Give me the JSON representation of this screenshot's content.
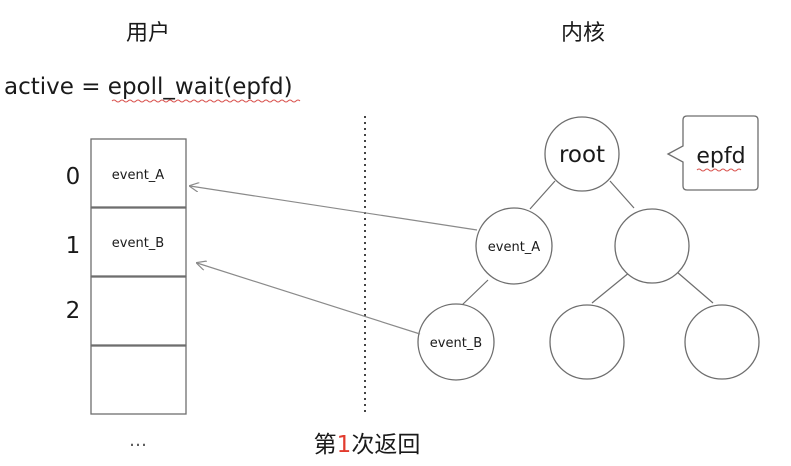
{
  "headings": {
    "user": "用户",
    "kernel": "内核"
  },
  "call": {
    "text": "active = epoll_wait(epfd)"
  },
  "array": {
    "indices": [
      "0",
      "1",
      "2"
    ],
    "cells": [
      "event_A",
      "event_B",
      "",
      ""
    ],
    "ellipsis": "…"
  },
  "tree": {
    "root": "root",
    "nodes": [
      "event_A",
      "",
      "event_B",
      "",
      ""
    ]
  },
  "callout": {
    "text": "epfd"
  },
  "caption": {
    "prefix": "第",
    "number": "1",
    "suffix": "次返回"
  },
  "colors": {
    "stroke": "#6e6e6e",
    "text": "#1a1a1a",
    "arrow": "#8a8a8a",
    "highlight": "#e23b2e",
    "squiggle": "#d9534f"
  }
}
